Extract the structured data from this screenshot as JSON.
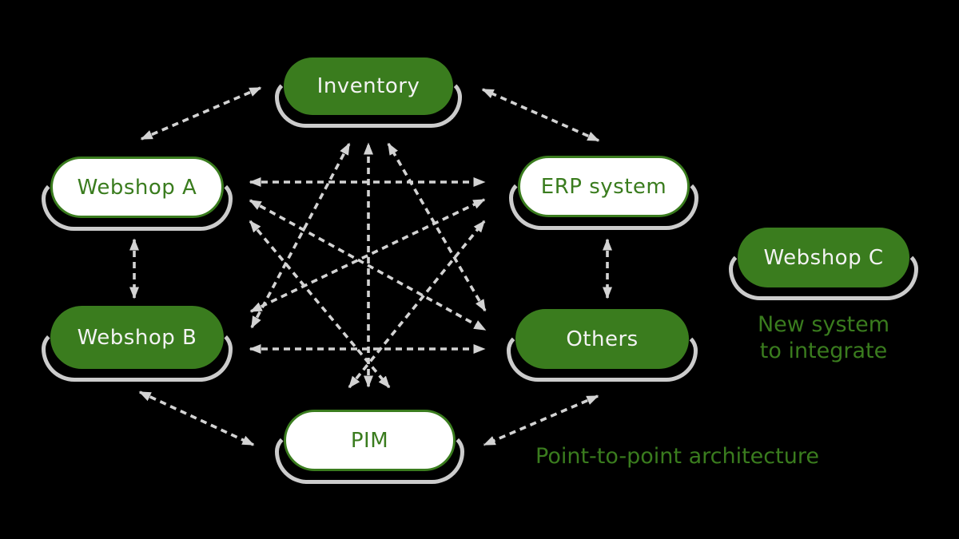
{
  "diagram": {
    "colors": {
      "background": "#000000",
      "green": "#3a7c1e",
      "arrow_gray": "#d3d3d3",
      "ring_gray": "#cccccc",
      "light_text": "#f3f3f3"
    },
    "nodes": {
      "inventory": {
        "label": "Inventory",
        "variant": "filled"
      },
      "webshop_a": {
        "label": "Webshop A",
        "variant": "outline"
      },
      "erp": {
        "label": "ERP system",
        "variant": "outline"
      },
      "webshop_b": {
        "label": "Webshop B",
        "variant": "filled"
      },
      "others": {
        "label": "Others",
        "variant": "filled"
      },
      "pim": {
        "label": "PIM",
        "variant": "outline"
      },
      "webshop_c": {
        "label": "Webshop C",
        "variant": "filled"
      }
    },
    "connections": [
      [
        "webshop_a",
        "inventory"
      ],
      [
        "erp",
        "inventory"
      ],
      [
        "webshop_b",
        "inventory"
      ],
      [
        "others",
        "inventory"
      ],
      [
        "pim",
        "inventory"
      ],
      [
        "webshop_a",
        "erp"
      ],
      [
        "webshop_a",
        "webshop_b"
      ],
      [
        "webshop_a",
        "others"
      ],
      [
        "webshop_a",
        "pim"
      ],
      [
        "webshop_b",
        "erp"
      ],
      [
        "erp",
        "others"
      ],
      [
        "pim",
        "erp"
      ],
      [
        "webshop_b",
        "others"
      ],
      [
        "webshop_b",
        "pim"
      ],
      [
        "others",
        "pim"
      ]
    ],
    "annotations": {
      "new_system_line1": "New system",
      "new_system_line2": "to integrate",
      "architecture_label": "Point-to-point architecture"
    }
  }
}
